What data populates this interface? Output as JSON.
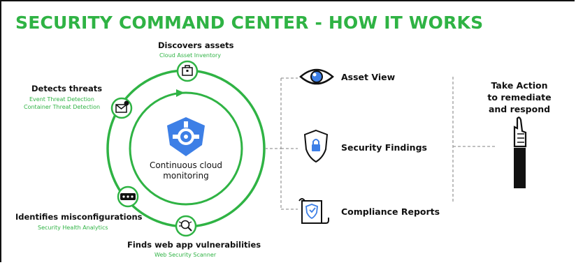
{
  "title": "SECURITY COMMAND CENTER - HOW IT WORKS",
  "center": {
    "line1": "Continuous cloud",
    "line2": "monitoring",
    "icon": "shield-hexagon-icon"
  },
  "nodes": {
    "discovers": {
      "title": "Discovers assets",
      "sub": "Cloud Asset Inventory",
      "icon": "briefcase-icon"
    },
    "detects": {
      "title": "Detects threats",
      "sub1": "Event Threat Detection",
      "sub2": "Container Threat Detection",
      "icon": "envelope-warning-icon"
    },
    "misconfig": {
      "title": "Identifies misconfigurations",
      "sub": "Security Health Analytics",
      "icon": "password-dots-icon"
    },
    "webapp": {
      "title": "Finds web app vulnerabilities",
      "sub": "Web Security Scanner",
      "icon": "bug-magnifier-icon"
    }
  },
  "outputs": [
    {
      "label": "Asset View",
      "icon": "eye-icon"
    },
    {
      "label": "Security Findings",
      "icon": "shield-lock-icon"
    },
    {
      "label": "Compliance Reports",
      "icon": "scroll-shield-icon"
    }
  ],
  "action": {
    "line1": "Take Action",
    "line2": "to remediate",
    "line3": "and respond",
    "icon": "raised-finger-hand-icon"
  },
  "colors": {
    "accent": "#2fb344",
    "text": "#111111",
    "shield_blue": "#3d7fe6",
    "dashed": "#9a9a9a"
  }
}
